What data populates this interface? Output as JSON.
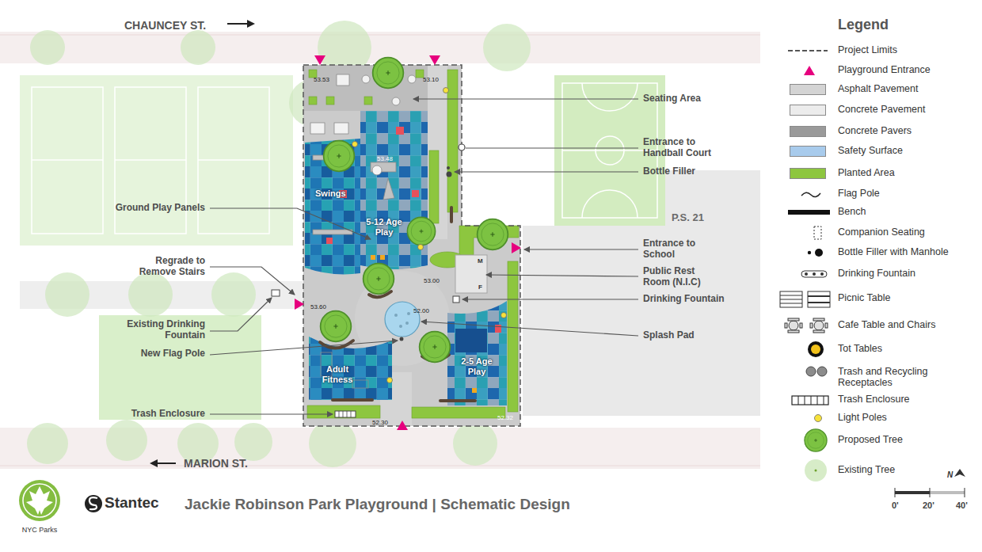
{
  "diagram": {
    "title": "Jackie Robinson Park Playground  |  Schematic Design",
    "labels": [
      "CHAUNCEY ST.",
      "MARION ST.",
      "P.S. 21",
      "Seating Area",
      "Entrance to Handball Court",
      "Bottle Filler",
      "Entrance to School",
      "Public Rest Room (N.I.C)",
      "Drinking Fountain",
      "Splash Pad",
      "Ground Play Panels",
      "Regrade to Remove Stairs",
      "Existing Drinking Fountain",
      "New Flag Pole",
      "Trash Enclosure",
      "Swings",
      "5-12 Age Play",
      "2-5 Age Play",
      "Adult Fitness",
      "M",
      "F",
      "53.53",
      "53.10",
      "53.48",
      "53.00",
      "52.00",
      "53.60",
      "52.30",
      "52.32",
      "Legend",
      "NYC Parks",
      "Stantec",
      "0'",
      "20'",
      "40'",
      "N"
    ],
    "legend": [
      {
        "text": "Project Limits"
      },
      {
        "text": "Playground Entrance"
      },
      {
        "text": "Asphalt Pavement",
        "color": "#d4d4d4"
      },
      {
        "text": "Concrete Pavement",
        "color": "#ececec"
      },
      {
        "text": "Concrete Pavers",
        "color": "#9a9a9a"
      },
      {
        "text": "Safety Surface",
        "color": "#a8cbec"
      },
      {
        "text": "Planted Area",
        "color": "#8dc63f"
      },
      {
        "text": "Flag Pole"
      },
      {
        "text": "Bench"
      },
      {
        "text": "Companion Seating"
      },
      {
        "text": "Bottle Filler with Manhole"
      },
      {
        "text": "Drinking Fountain"
      },
      {
        "text": "Picnic Table"
      },
      {
        "text": "Cafe Table and Chairs"
      },
      {
        "text": "Tot Tables"
      },
      {
        "text": "Trash and Recycling Receptacles"
      },
      {
        "text": "Trash Enclosure"
      },
      {
        "text": "Light Poles"
      },
      {
        "text": "Proposed Tree"
      },
      {
        "text": "Existing Tree"
      }
    ]
  }
}
